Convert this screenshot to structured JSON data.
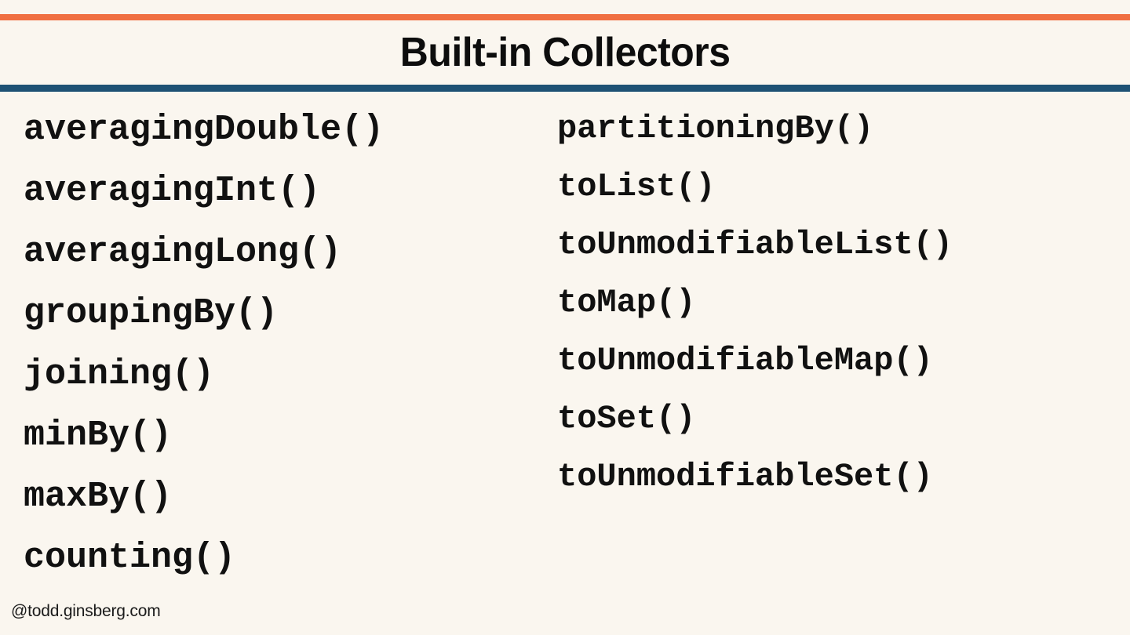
{
  "slide": {
    "title": "Built-in Collectors",
    "background_color": "#faf6ef",
    "accent_top_color": "#f06f42",
    "accent_bottom_color": "#1e5174",
    "text_color": "#111111"
  },
  "columns": {
    "left": {
      "items": [
        {
          "label": "averagingDouble()"
        },
        {
          "label": "averagingInt()"
        },
        {
          "label": "averagingLong()"
        },
        {
          "label": "groupingBy()"
        },
        {
          "label": "joining()"
        },
        {
          "label": "minBy()"
        },
        {
          "label": "maxBy()"
        },
        {
          "label": "counting()"
        }
      ]
    },
    "right": {
      "items": [
        {
          "label": "partitioningBy()"
        },
        {
          "label": "toList()"
        },
        {
          "label": "toUnmodifiableList()"
        },
        {
          "label": "toMap()"
        },
        {
          "label": "toUnmodifiableMap()"
        },
        {
          "label": "toSet()"
        },
        {
          "label": "toUnmodifiableSet()"
        }
      ]
    }
  },
  "footer": {
    "handle": "@todd.ginsberg.com"
  }
}
